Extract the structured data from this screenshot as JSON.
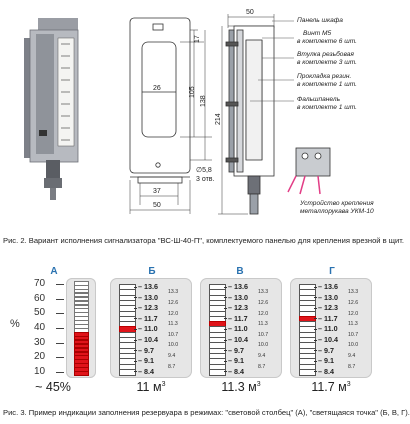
{
  "fig2": {
    "caption": "Рис. 2. Вариант исполнения сигнализатора \"ВС-Ш-40-П\", комплектуемого панелью для крепления врезной в щит.",
    "dims": {
      "d17": "17",
      "d26": "26",
      "d105": "105",
      "d138": "138",
      "d37": "37",
      "d50": "50",
      "holes": "3 отв.",
      "dia": "∅5,8",
      "d50_side": "50",
      "d214": "214"
    },
    "callouts": [
      {
        "line1": "Панель шкафа",
        "line2": ""
      },
      {
        "line1": "Винт М5",
        "line2": "в комплекте 6 шт."
      },
      {
        "line1": "Втулка резьбовая",
        "line2": "в комплекте 3 шт."
      },
      {
        "line1": "Прокладка резин.",
        "line2": "в комплекте 1 шт."
      },
      {
        "line1": "Фальшпанель",
        "line2": "в комплекте 1 шт."
      }
    ],
    "bottom_note": {
      "line1": "Устройство крепления",
      "line2": "металлорукава УКМ-10"
    }
  },
  "fig3": {
    "caption": "Рис. 3. Пример индикации заполнения резервуара в режимах: \"световой столбец\" (А), \"светящаяся точка\" (Б, В, Г).",
    "panel_a": {
      "header": "А",
      "axis_label": "%",
      "ticks": [
        "70",
        "60",
        "50",
        "40",
        "30",
        "20",
        "10"
      ],
      "value": "~ 45%",
      "fill_fraction": 0.45
    },
    "scale_big": [
      "13.6",
      "13.0",
      "12.3",
      "11.7",
      "11.0",
      "10.4",
      "9.7",
      "9.1",
      "8.4"
    ],
    "scale_small": [
      "13.3",
      "12.6",
      "12.0",
      "11.3",
      "10.7",
      "10.0",
      "9.4",
      "8.7"
    ],
    "panels": [
      {
        "header": "Б",
        "volume": "11 м",
        "lit_level": "11.0"
      },
      {
        "header": "В",
        "volume": "11.3 м",
        "lit_level": "11.3"
      },
      {
        "header": "Г",
        "volume": "11.7 м",
        "lit_level": "11.7"
      }
    ],
    "volume_unit_sup": "3"
  },
  "colors": {
    "accent": "#2a72b0",
    "led_on": "#e0141a"
  }
}
